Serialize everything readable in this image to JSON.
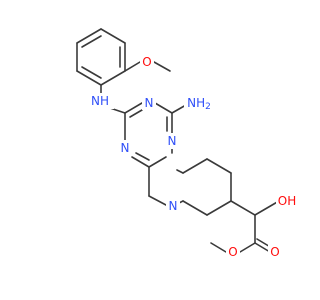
{
  "structure": {
    "atom_colors": {
      "N": "#3050f8",
      "O": "#ff0d0d",
      "bond": "#3a3a3a"
    },
    "labels": {
      "nh_linker": "NH",
      "amino": "NH2",
      "methoxy_o": "O",
      "ring_n_top": "N",
      "ring_n_left": "N",
      "ring_n_right": "N",
      "piperidine_n": "N",
      "hydroxyl": "OH",
      "carbonyl_o": "O",
      "ester_o": "O"
    }
  }
}
